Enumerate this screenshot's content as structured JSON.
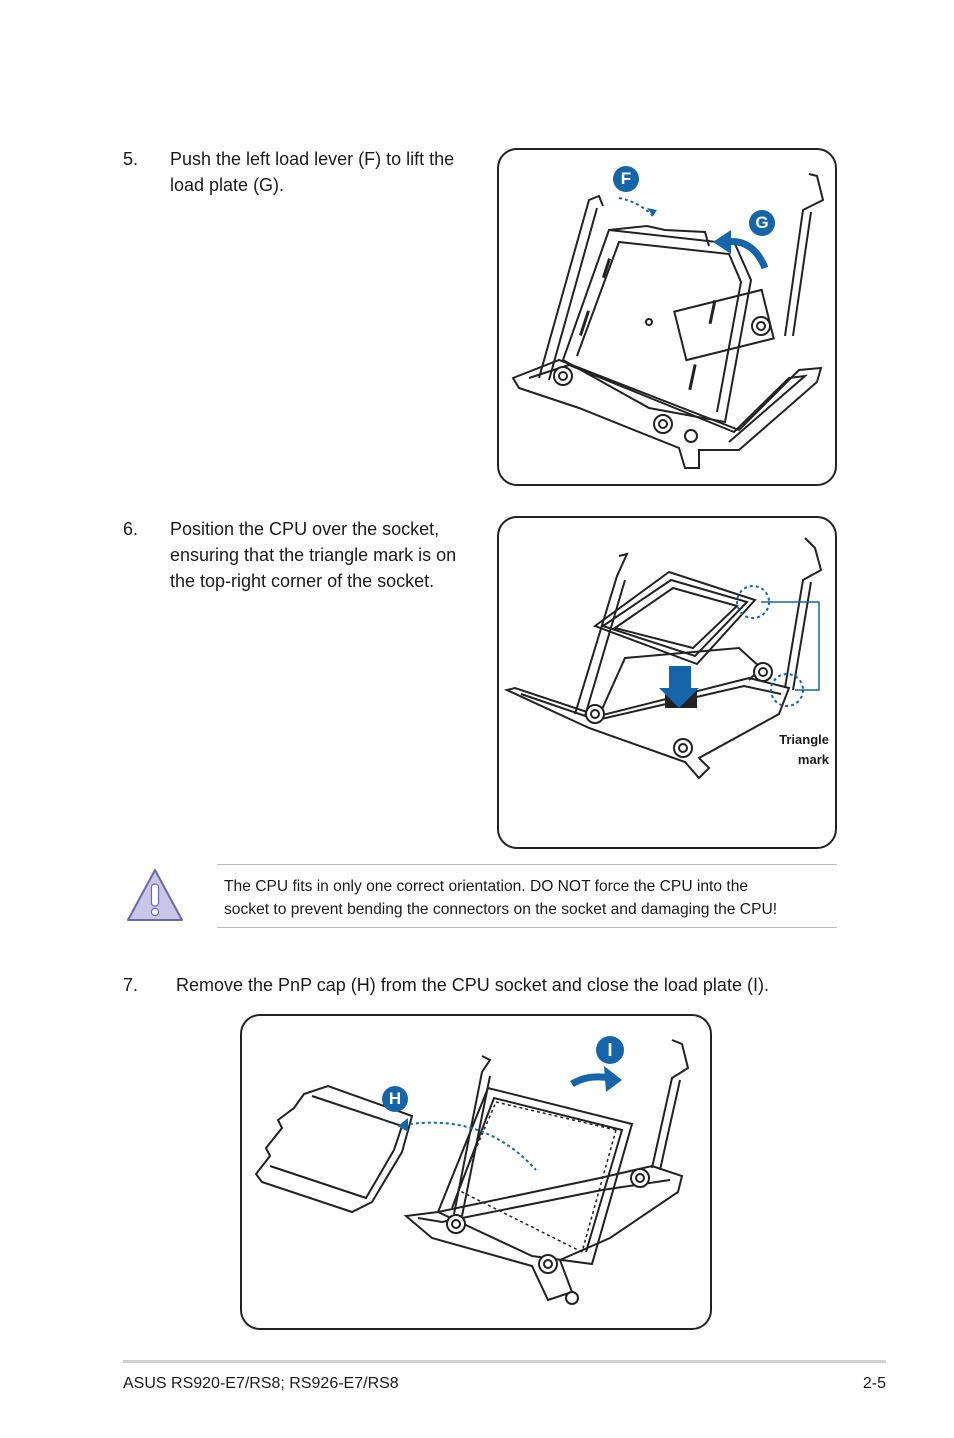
{
  "steps": [
    {
      "num": "5.",
      "lines": [
        "Push the left load lever (F) to lift the",
        "load plate (G)."
      ]
    },
    {
      "num": "6.",
      "lines": [
        "Position the CPU over the socket,",
        "ensuring that the triangle mark is on",
        "the top-right corner of the socket."
      ]
    },
    {
      "num": "7.",
      "text": "Remove the PnP cap (H) from the CPU socket and close the load plate (I)."
    }
  ],
  "figures": {
    "fig1": {
      "badge_f": "F",
      "badge_g": "G"
    },
    "fig2": {
      "triangle_label_1": "Triangle",
      "triangle_label_2": "mark"
    },
    "fig3": {
      "badge_h": "H",
      "badge_i": "I"
    }
  },
  "caution": {
    "lines": [
      "The CPU fits in only one correct orientation. DO NOT force the CPU into the",
      "socket to prevent bending the connectors on the socket and damaging the CPU!"
    ]
  },
  "footer": {
    "left": "ASUS RS920-E7/RS8; RS926-E7/RS8",
    "right": "2-5"
  },
  "colors": {
    "badge": "#1565a8",
    "arrow": "#1565a8",
    "caution_icon_fill": "#c9c6e8"
  }
}
